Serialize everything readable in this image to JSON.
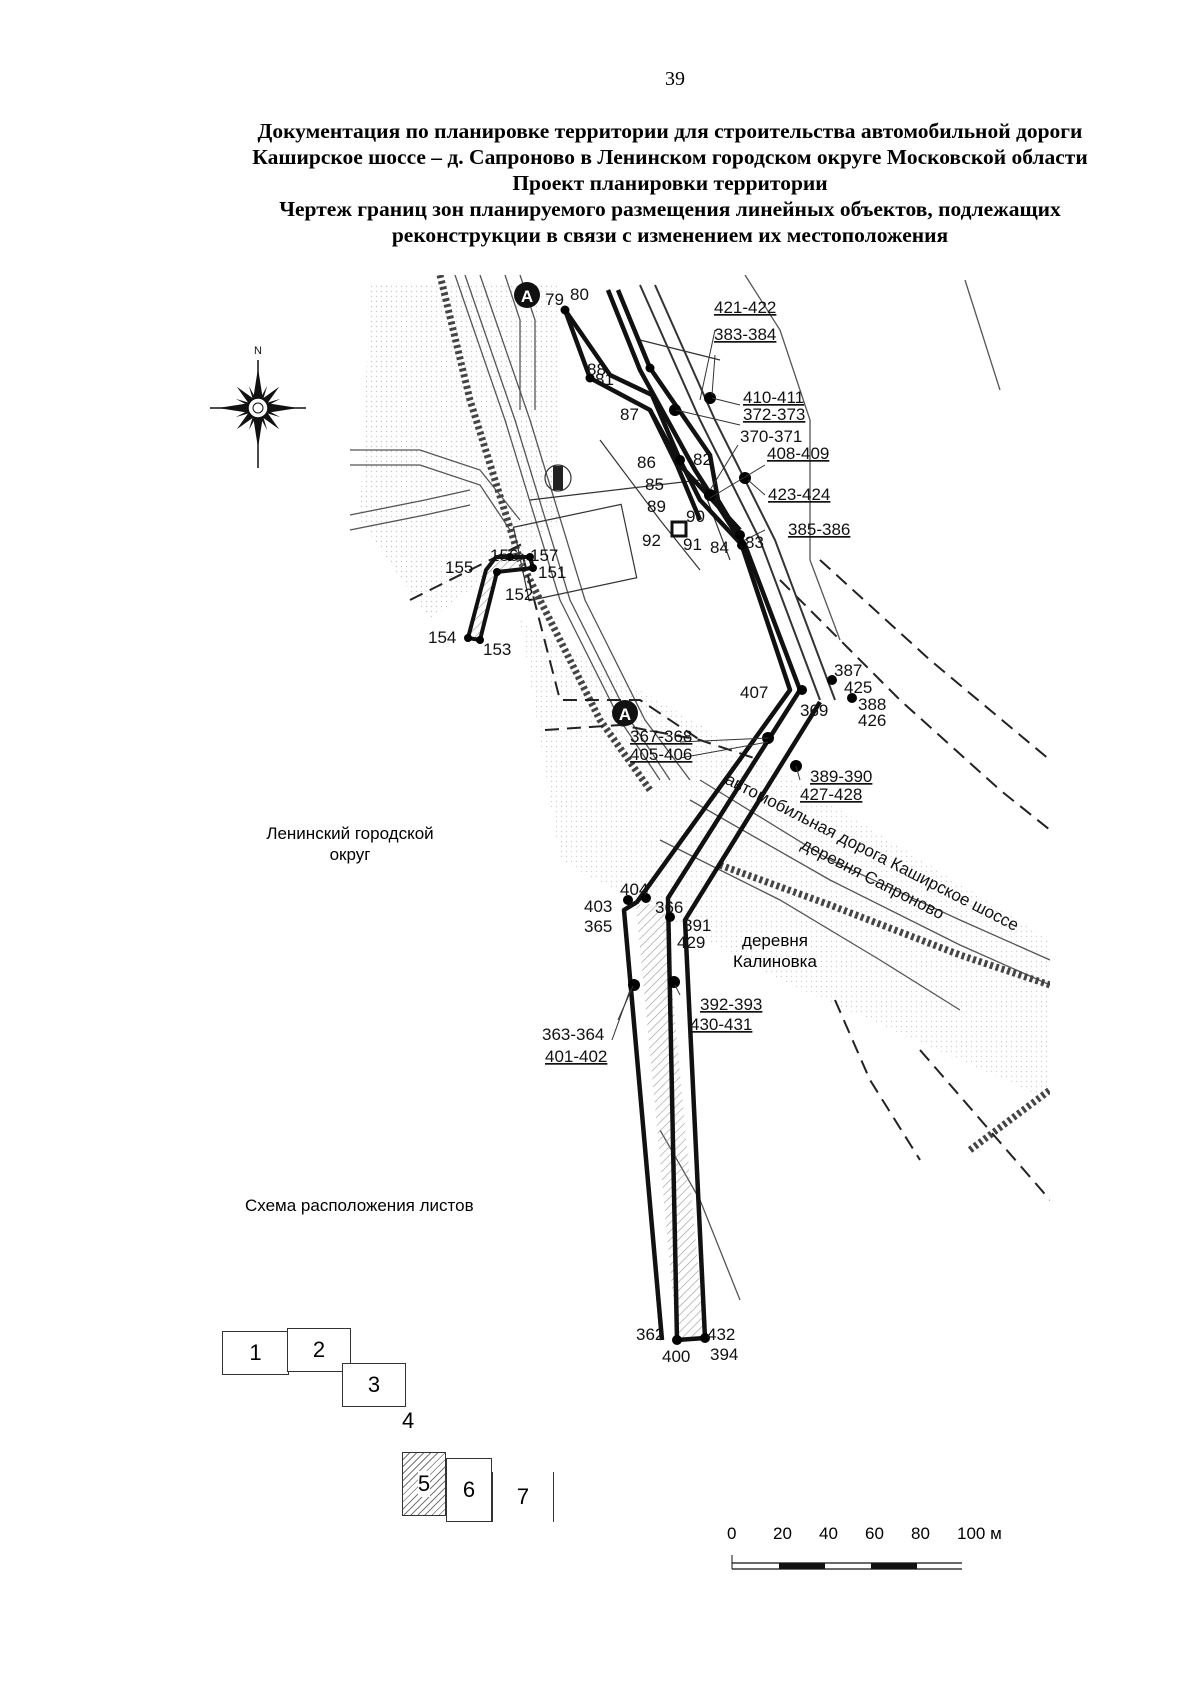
{
  "page_number": "39",
  "title_lines": [
    "Документация по планировке территории для строительства автомобильной дороги",
    "Каширское шоссе – д. Сапроново в Ленинском городском округе Московской области",
    "Проект планировки территории",
    "Чертеж границ зон планируемого размещения линейных объектов, подлежащих",
    "реконструкции в связи с изменением их местоположения"
  ],
  "compass": {
    "north_label": "N"
  },
  "markers": {
    "section_marker": "A"
  },
  "road_label_line1": "автомобильная дорога Каширское шоссе",
  "road_label_line2": "деревня Сапроново",
  "area_labels": {
    "district_line1": "Ленинский городской",
    "district_line2": "округ",
    "village_line1": "деревня",
    "village_line2": "Калиновка"
  },
  "point_labels": [
    {
      "id": "p79",
      "text": "79"
    },
    {
      "id": "p80",
      "text": "80"
    },
    {
      "id": "p81",
      "text": "81"
    },
    {
      "id": "p82",
      "text": "82"
    },
    {
      "id": "p83",
      "text": "83"
    },
    {
      "id": "p84",
      "text": "84"
    },
    {
      "id": "p85",
      "text": "85"
    },
    {
      "id": "p86",
      "text": "86"
    },
    {
      "id": "p87",
      "text": "87"
    },
    {
      "id": "p88",
      "text": "88"
    },
    {
      "id": "p89",
      "text": "89"
    },
    {
      "id": "p90",
      "text": "90"
    },
    {
      "id": "p91",
      "text": "91"
    },
    {
      "id": "p92",
      "text": "92"
    },
    {
      "id": "p151",
      "text": "151"
    },
    {
      "id": "p152",
      "text": "152"
    },
    {
      "id": "p153",
      "text": "153"
    },
    {
      "id": "p154",
      "text": "154"
    },
    {
      "id": "p155",
      "text": "155"
    },
    {
      "id": "p156",
      "text": "156"
    },
    {
      "id": "p157",
      "text": "157"
    },
    {
      "id": "p421",
      "text": "421-422"
    },
    {
      "id": "p383",
      "text": "383-384"
    },
    {
      "id": "p410",
      "text": "410-411"
    },
    {
      "id": "p372",
      "text": "372-373"
    },
    {
      "id": "p370",
      "text": "370-371"
    },
    {
      "id": "p408",
      "text": "408-409"
    },
    {
      "id": "p423",
      "text": "423-424"
    },
    {
      "id": "p385",
      "text": "385-386"
    },
    {
      "id": "p387",
      "text": "387"
    },
    {
      "id": "p425",
      "text": "425"
    },
    {
      "id": "p388",
      "text": "388"
    },
    {
      "id": "p426",
      "text": "426"
    },
    {
      "id": "p407",
      "text": "407"
    },
    {
      "id": "p369",
      "text": "369"
    },
    {
      "id": "p367",
      "text": "367-368"
    },
    {
      "id": "p405",
      "text": "405-406"
    },
    {
      "id": "p389",
      "text": "389-390"
    },
    {
      "id": "p427",
      "text": "427-428"
    },
    {
      "id": "p404",
      "text": "404"
    },
    {
      "id": "p403",
      "text": "403"
    },
    {
      "id": "p366",
      "text": "366"
    },
    {
      "id": "p365",
      "text": "365"
    },
    {
      "id": "p391",
      "text": "391"
    },
    {
      "id": "p429",
      "text": "429"
    },
    {
      "id": "p392",
      "text": "392-393"
    },
    {
      "id": "p430",
      "text": "430-431"
    },
    {
      "id": "p363",
      "text": "363-364"
    },
    {
      "id": "p401",
      "text": "401-402"
    },
    {
      "id": "p362",
      "text": "362"
    },
    {
      "id": "p432",
      "text": "432"
    },
    {
      "id": "p400",
      "text": "400"
    },
    {
      "id": "p394",
      "text": "394"
    }
  ],
  "sheet_scheme": {
    "title": "Схема расположения листов",
    "sheets": [
      "1",
      "2",
      "3",
      "4",
      "5",
      "6",
      "7"
    ],
    "highlighted_sheet": "5"
  },
  "scale_bar": {
    "labels": [
      "0",
      "20",
      "40",
      "60",
      "80",
      "100 м"
    ]
  }
}
